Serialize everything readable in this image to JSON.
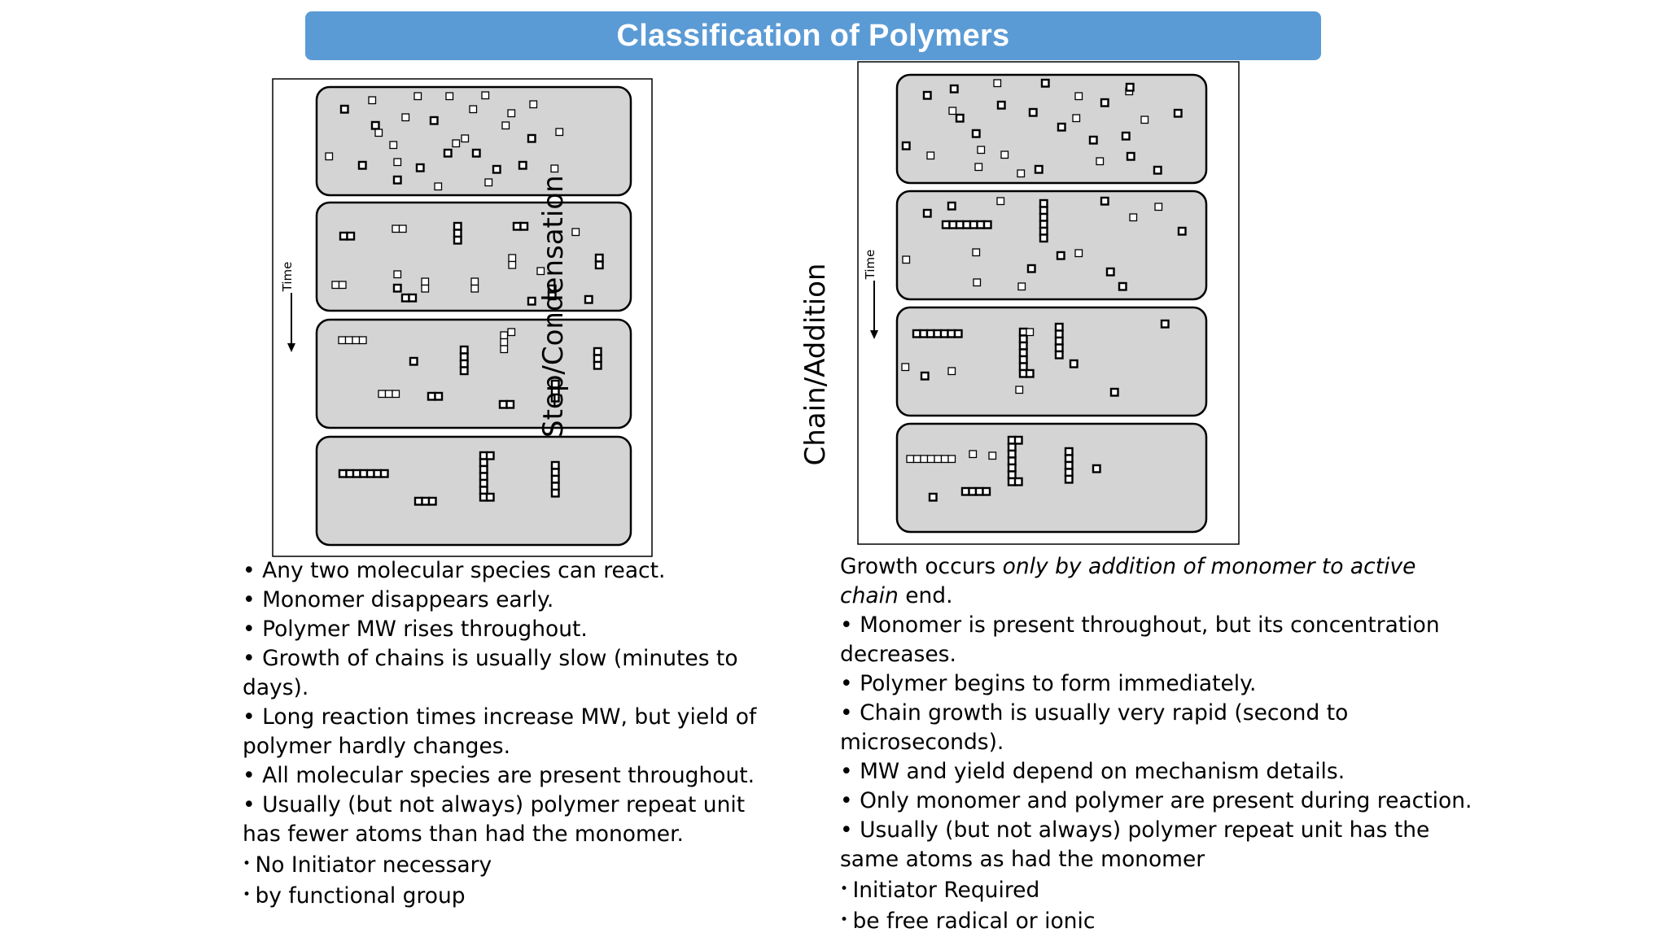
{
  "title": "Classification of Polymers",
  "left": {
    "label": "Step/Condensation",
    "time_label": "Time",
    "intro": "",
    "bullets": [
      "Any two molecular species can react.",
      "Monomer disappears early.",
      "Polymer MW rises throughout.",
      "Growth of chains is usually slow (minutes to days).",
      "Long reaction times increase MW, but yield of polymer hardly changes.",
      "All molecular species are present throughout.",
      "Usually (but not always) polymer repeat unit has fewer atoms than had the monomer."
    ],
    "small_bullets": [
      "No Initiator necessary",
      "by functional group"
    ]
  },
  "right": {
    "label": "Chain/Addition",
    "time_label": "Time",
    "intro_plain": "Growth occurs ",
    "intro_italic": "only by addition of monomer to active chain",
    "intro_end": " end.",
    "bullets": [
      "Monomer is present throughout, but its concentration decreases.",
      "Polymer begins to form immediately.",
      "Chain growth is usually very rapid (second to microseconds).",
      "MW and yield depend on mechanism details.",
      "Only monomer and polymer are present during reaction.",
      "Usually (but not always) polymer repeat unit has the same atoms as had the monomer"
    ],
    "small_bullets": [
      "Initiator Required",
      "be free radical or ionic"
    ]
  },
  "colors": {
    "title_bg": "#5b9bd5",
    "panel_fill": "#d4d4d4"
  }
}
